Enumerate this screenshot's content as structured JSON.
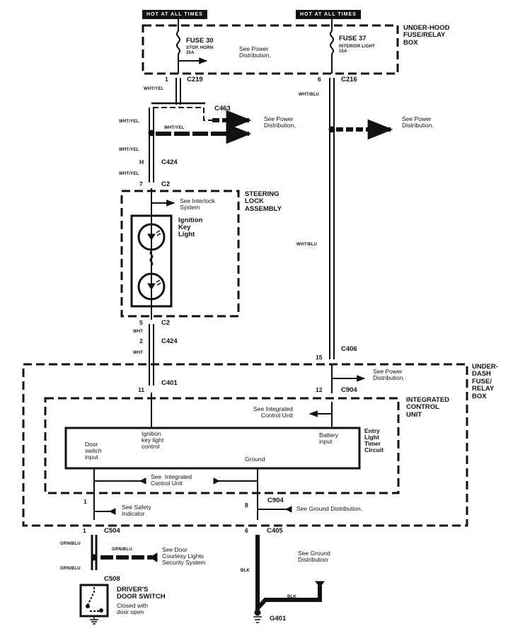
{
  "power_labels": [
    "HOT AT ALL TIMES",
    "HOT AT ALL TIMES"
  ],
  "fuses": [
    {
      "name": "FUSE 30",
      "circuit": "STOP, HORN",
      "rating": "20A"
    },
    {
      "name": "FUSE 37",
      "circuit": "INTERIOR LIGHT",
      "rating": "15A"
    }
  ],
  "boxes": {
    "underhood": "UNDER-HOOD\nFUSE/RELAY\nBOX",
    "steering": "STEERING\nLOCK\nASSEMBLY",
    "underdash": "UNDER-\nDASH\nFUSE/\nRELAY\nBOX",
    "icu": "INTEGRATED\nCONTROL\nUNIT"
  },
  "connectors": {
    "c219": "C219",
    "c219_pin": "1",
    "c216": "C216",
    "c216_pin": "6",
    "c463": "C463",
    "c424_top": "C424",
    "c424_top_pin": "H",
    "c2_top": "C2",
    "c2_top_pin": "7",
    "c2_bot": "C2",
    "c2_bot_pin": "5",
    "c424_bot": "C424",
    "c424_bot_pin": "2",
    "c401": "C401",
    "c401_pin": "11",
    "c406": "C406",
    "c406_pin": "15",
    "c904_top": "C904",
    "c904_top_pin": "12",
    "c904_bot": "C904",
    "c904_bot_left_pin": "1",
    "c904_bot_right_pin": "8",
    "c504": "C504",
    "c504_pin": "1",
    "c405": "C405",
    "c405_pin": "6",
    "c508": "C508",
    "g401": "G401"
  },
  "wires": {
    "wht_yel": "WHT/YEL",
    "wht_blu": "WHT/BLU",
    "wht": "WHT",
    "grn_blu": "GRN/BLU",
    "blk": "BLK"
  },
  "refs": {
    "power_dist": "See Power\nDistribution,",
    "power_dist2": "See Power\nDistribution.",
    "interlock": "See Interlock\nSystem",
    "icu_top": "See Integrated\nControl Unit",
    "icu_mid": "See  Integrated\nControl Unit",
    "safety": "See Safety\nIndicator",
    "ground_dist": "See Ground Distribution,",
    "door_courtesy": "See Door\nCourtesy Lights\nSecurity System",
    "ground_dist2": "See Ground\nDistribution"
  },
  "components": {
    "ignition_light": "Ignition\nKey\nLight",
    "door_switch_input": "Door\nswitch\ninput",
    "ignition_control": "Ignition\nkey light\ncontrol",
    "battery_input": "Battery\ninput",
    "ground": "Ground",
    "entry_timer": "Entry\nLight\nTimer\nCircuit",
    "driver_switch": "DRIVER'S\nDOOR SWITCH",
    "driver_switch_note": "Closed with\ndoor open"
  }
}
